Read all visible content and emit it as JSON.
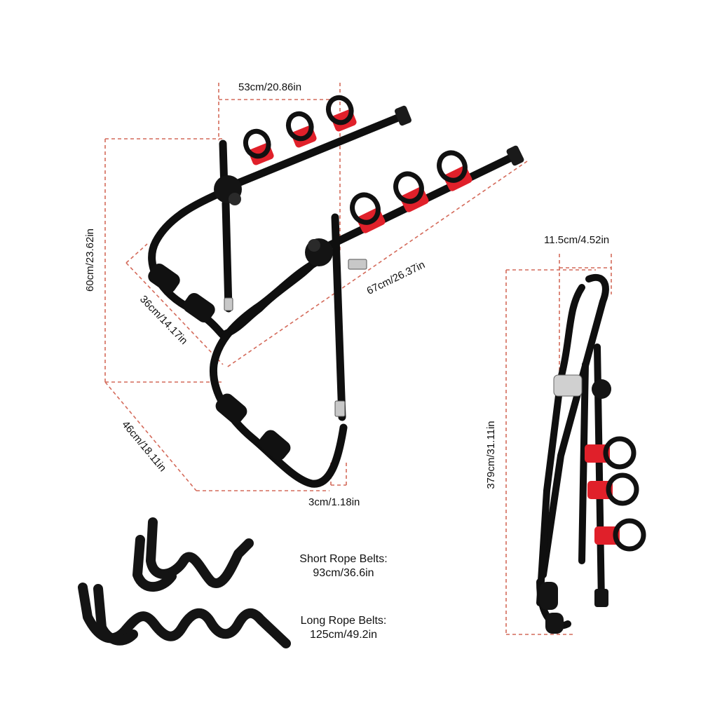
{
  "dimensions": {
    "top_width": "53cm/20.86in",
    "height": "60cm/23.62in",
    "arm_length": "67cm/26.37in",
    "upper_depth": "36cm/14.17in",
    "lower_depth": "46cm/18.11in",
    "tube": "3cm/1.18in",
    "folded_width": "11.5cm/4.52in",
    "folded_height": "379cm/31.11in"
  },
  "belts": {
    "short_title": "Short Rope Belts:",
    "short_size": "93cm/36.6in",
    "long_title": "Long Rope Belts:",
    "long_size": "125cm/49.2in"
  },
  "colors": {
    "frame": "#0f0f0f",
    "cradle": "#e0202a",
    "guide_line": "#d46a5a",
    "text": "#111111"
  }
}
